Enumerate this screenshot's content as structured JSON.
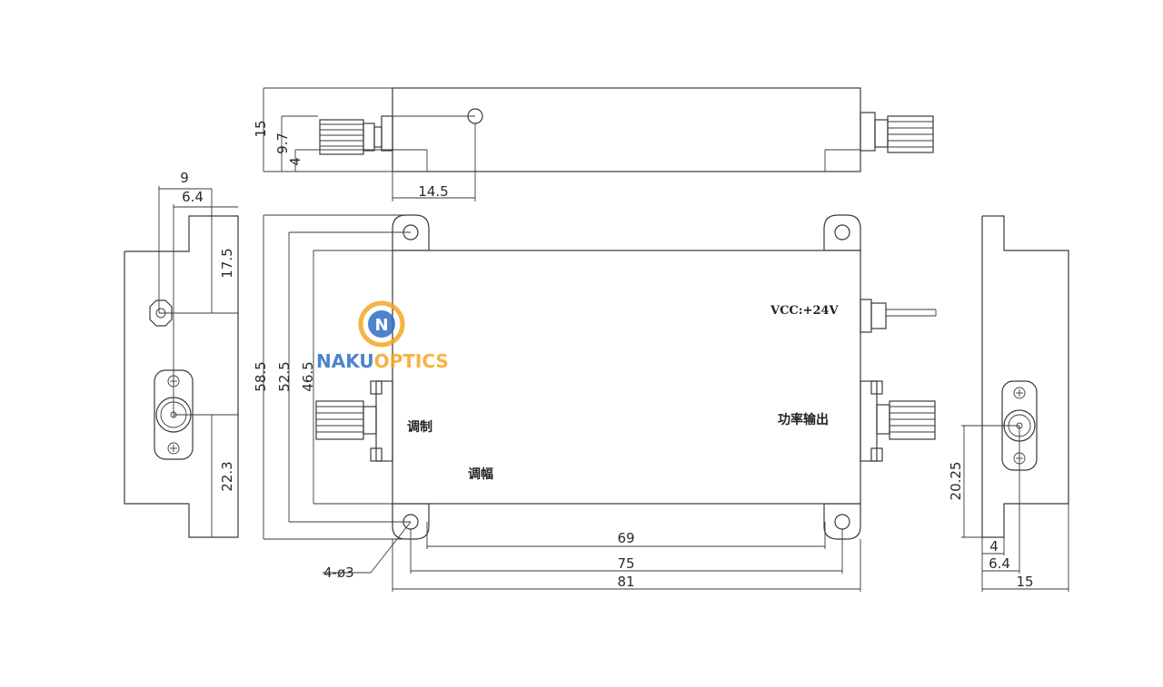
{
  "logo": {
    "mark": "N",
    "name_part1": "NAKU",
    "name_part2": "OPTICS",
    "color_primary": "#f5a623",
    "color_secondary": "#2f6fc4"
  },
  "labels": {
    "vcc": "VCC:+24V",
    "power_output": "功率输出",
    "modulation": "调制",
    "amplitude_modulation": "调幅",
    "holes": "4-ø3"
  },
  "dimensions": {
    "top_view": {
      "height": "15",
      "connector_center": "9.7",
      "connector_offset": "4",
      "hole_offset": "14.5"
    },
    "left_view": {
      "width": "9",
      "inner_width": "6.4",
      "upper_height": "17.5",
      "lower_height": "22.3"
    },
    "front_view": {
      "overall_height": "58.5",
      "hole_spacing_vertical": "52.5",
      "body_height": "46.5",
      "hole_spacing_inner": "69",
      "hole_spacing_outer": "75",
      "overall_width": "81"
    },
    "right_view": {
      "connector_height": "20.25",
      "offset": "4",
      "inner_width": "6.4",
      "width": "15"
    }
  }
}
